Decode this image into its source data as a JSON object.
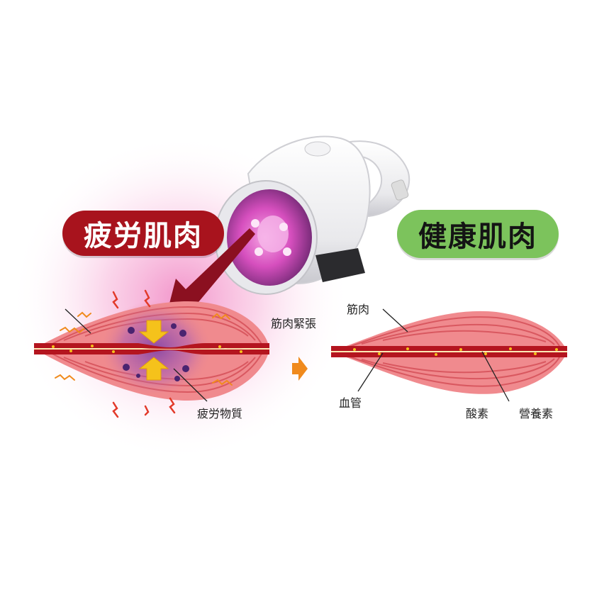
{
  "badges": {
    "fatigued": "疲労肌肉",
    "healthy": "健康肌肉"
  },
  "labels": {
    "tension": "筋肉緊張",
    "muscle": "筋肉",
    "fatigue_substance": "疲労物質",
    "blood_vessel": "血管",
    "oxygen": "酸素",
    "nutrients": "營養素"
  },
  "colors": {
    "fatigue_badge": "#a8131d",
    "healthy_badge": "#7cc35c",
    "muscle_pink": "#f08a8e",
    "muscle_line": "#d95860",
    "vessel": "#b4151f",
    "glow": "#e83fa0",
    "arrow_dark": "#8b1020",
    "compress_arrow": "#f5c21b",
    "transition_arrow": "#f08a1d"
  },
  "icons": [
    "device-image",
    "pointing-arrow-icon",
    "compress-arrow-icon",
    "transition-arrow-icon",
    "spark-icon"
  ]
}
